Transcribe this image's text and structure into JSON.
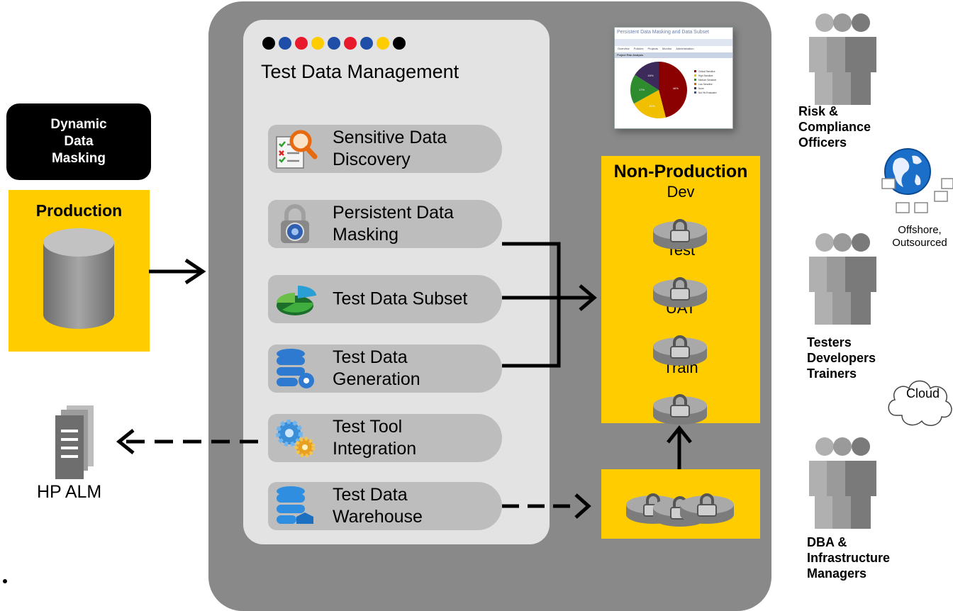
{
  "colors": {
    "accent_yellow": "#ffcc00",
    "panel_gray": "#898989",
    "inner_panel": "#e3e3e3",
    "feature_gray": "#bdbdbd",
    "people_gray": "#8c8c8c"
  },
  "dots": [
    "#000000",
    "#1f4ea8",
    "#e8192c",
    "#ffcc00",
    "#1f4ea8",
    "#e8192c",
    "#1f4ea8",
    "#ffcc00",
    "#000000"
  ],
  "left": {
    "ddm_label": "Dynamic\nData\nMasking",
    "production_label": "Production",
    "hp_alm_label": "HP ALM"
  },
  "tdm": {
    "title": "Test Data Management",
    "features": [
      {
        "label": "Sensitive Data\nDiscovery",
        "icon": "magnifier-checklist-icon"
      },
      {
        "label": "Persistent Data\nMasking",
        "icon": "padlock-icon"
      },
      {
        "label": "Test Data Subset",
        "icon": "pie-chart-icon"
      },
      {
        "label": "Test Data\nGeneration",
        "icon": "database-gear-icon"
      },
      {
        "label": "Test Tool\nIntegration",
        "icon": "gears-icon"
      },
      {
        "label": "Test Data\nWarehouse",
        "icon": "database-warehouse-icon"
      }
    ]
  },
  "non_production": {
    "title": "Non-Production",
    "environments": [
      "Dev",
      "Test",
      "UAT",
      "Train"
    ]
  },
  "screenshot": {
    "header": "Persistent Data Masking and Data Subset",
    "tabs": [
      "Overview",
      "Policies",
      "Projects",
      "Monitor",
      "Administration"
    ],
    "section": "Project Risk Analysis",
    "slices": [
      {
        "label": "Critical Sensitive",
        "value": 46,
        "color": "#8b0000",
        "pct_label": "46%"
      },
      {
        "label": "High Sensitive",
        "value": 21,
        "color": "#f0c000",
        "pct_label": "21%"
      },
      {
        "label": "Medium Sensitive",
        "value": 17,
        "color": "#2e8b2e",
        "pct_label": "17%"
      },
      {
        "label": "Low Sensitive",
        "value": 0,
        "color": "#c46a00",
        "pct_label": ""
      },
      {
        "label": "None",
        "value": 16,
        "color": "#3b2a5a",
        "pct_label": "16%"
      },
      {
        "label": "Not Yet Evaluated",
        "value": 0,
        "color": "#3050a0",
        "pct_label": ""
      }
    ]
  },
  "right": {
    "group1": "Risk &\nCompliance\nOfficers",
    "group2": "Testers\nDevelopers\nTrainers",
    "group3": "DBA &\nInfrastructure\nManagers",
    "offshore": "Offshore,\nOutsourced",
    "cloud": "Cloud"
  }
}
